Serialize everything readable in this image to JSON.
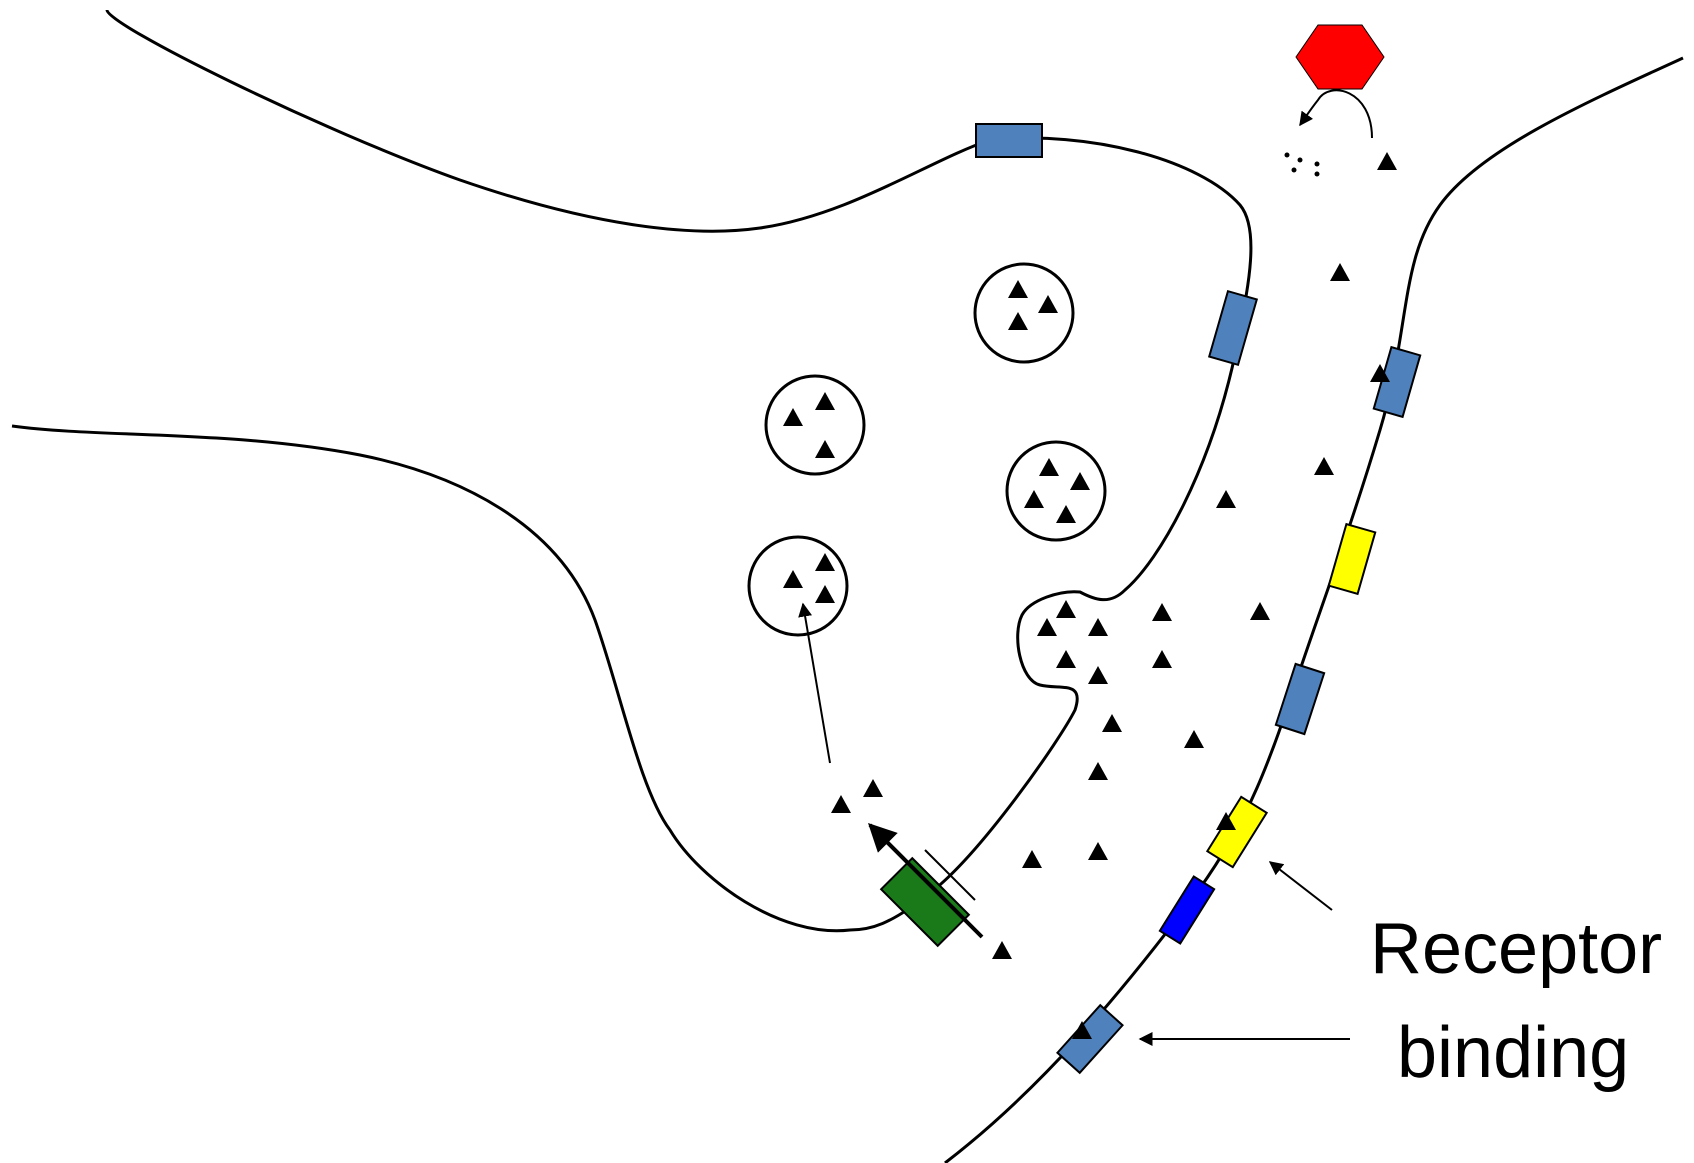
{
  "diagram": {
    "subject": "synapse",
    "label_lines": [
      "Receptor",
      "binding"
    ],
    "colors": {
      "line": "#000000",
      "background": "#ffffff",
      "receptor_blue": "#4f81bd",
      "receptor_yellow": "#ffff00",
      "receptor_dark_blue": "#0000ff",
      "transporter_green": "#1a7a1a",
      "enzyme_red": "#ff0000"
    }
  }
}
